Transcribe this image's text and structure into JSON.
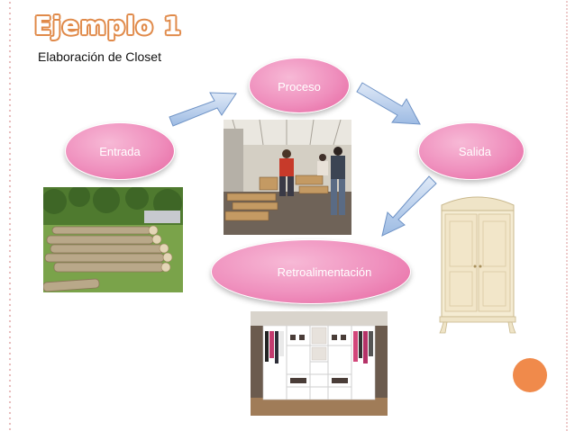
{
  "slide": {
    "title": "Ejemplo 1",
    "subtitle": "Elaboración de Closet"
  },
  "nodes": {
    "entrada": "Entrada",
    "proceso": "Proceso",
    "salida": "Salida",
    "retroalimentacion": "Retroalimentación"
  },
  "colors": {
    "oval_pink": "#ef8fbd",
    "arrow_blue": "#a9c4e6",
    "title_orange": "#e08a4a",
    "accent_orange": "#f08a4b"
  },
  "icons": {
    "decorative_circle": "orange-circle"
  }
}
